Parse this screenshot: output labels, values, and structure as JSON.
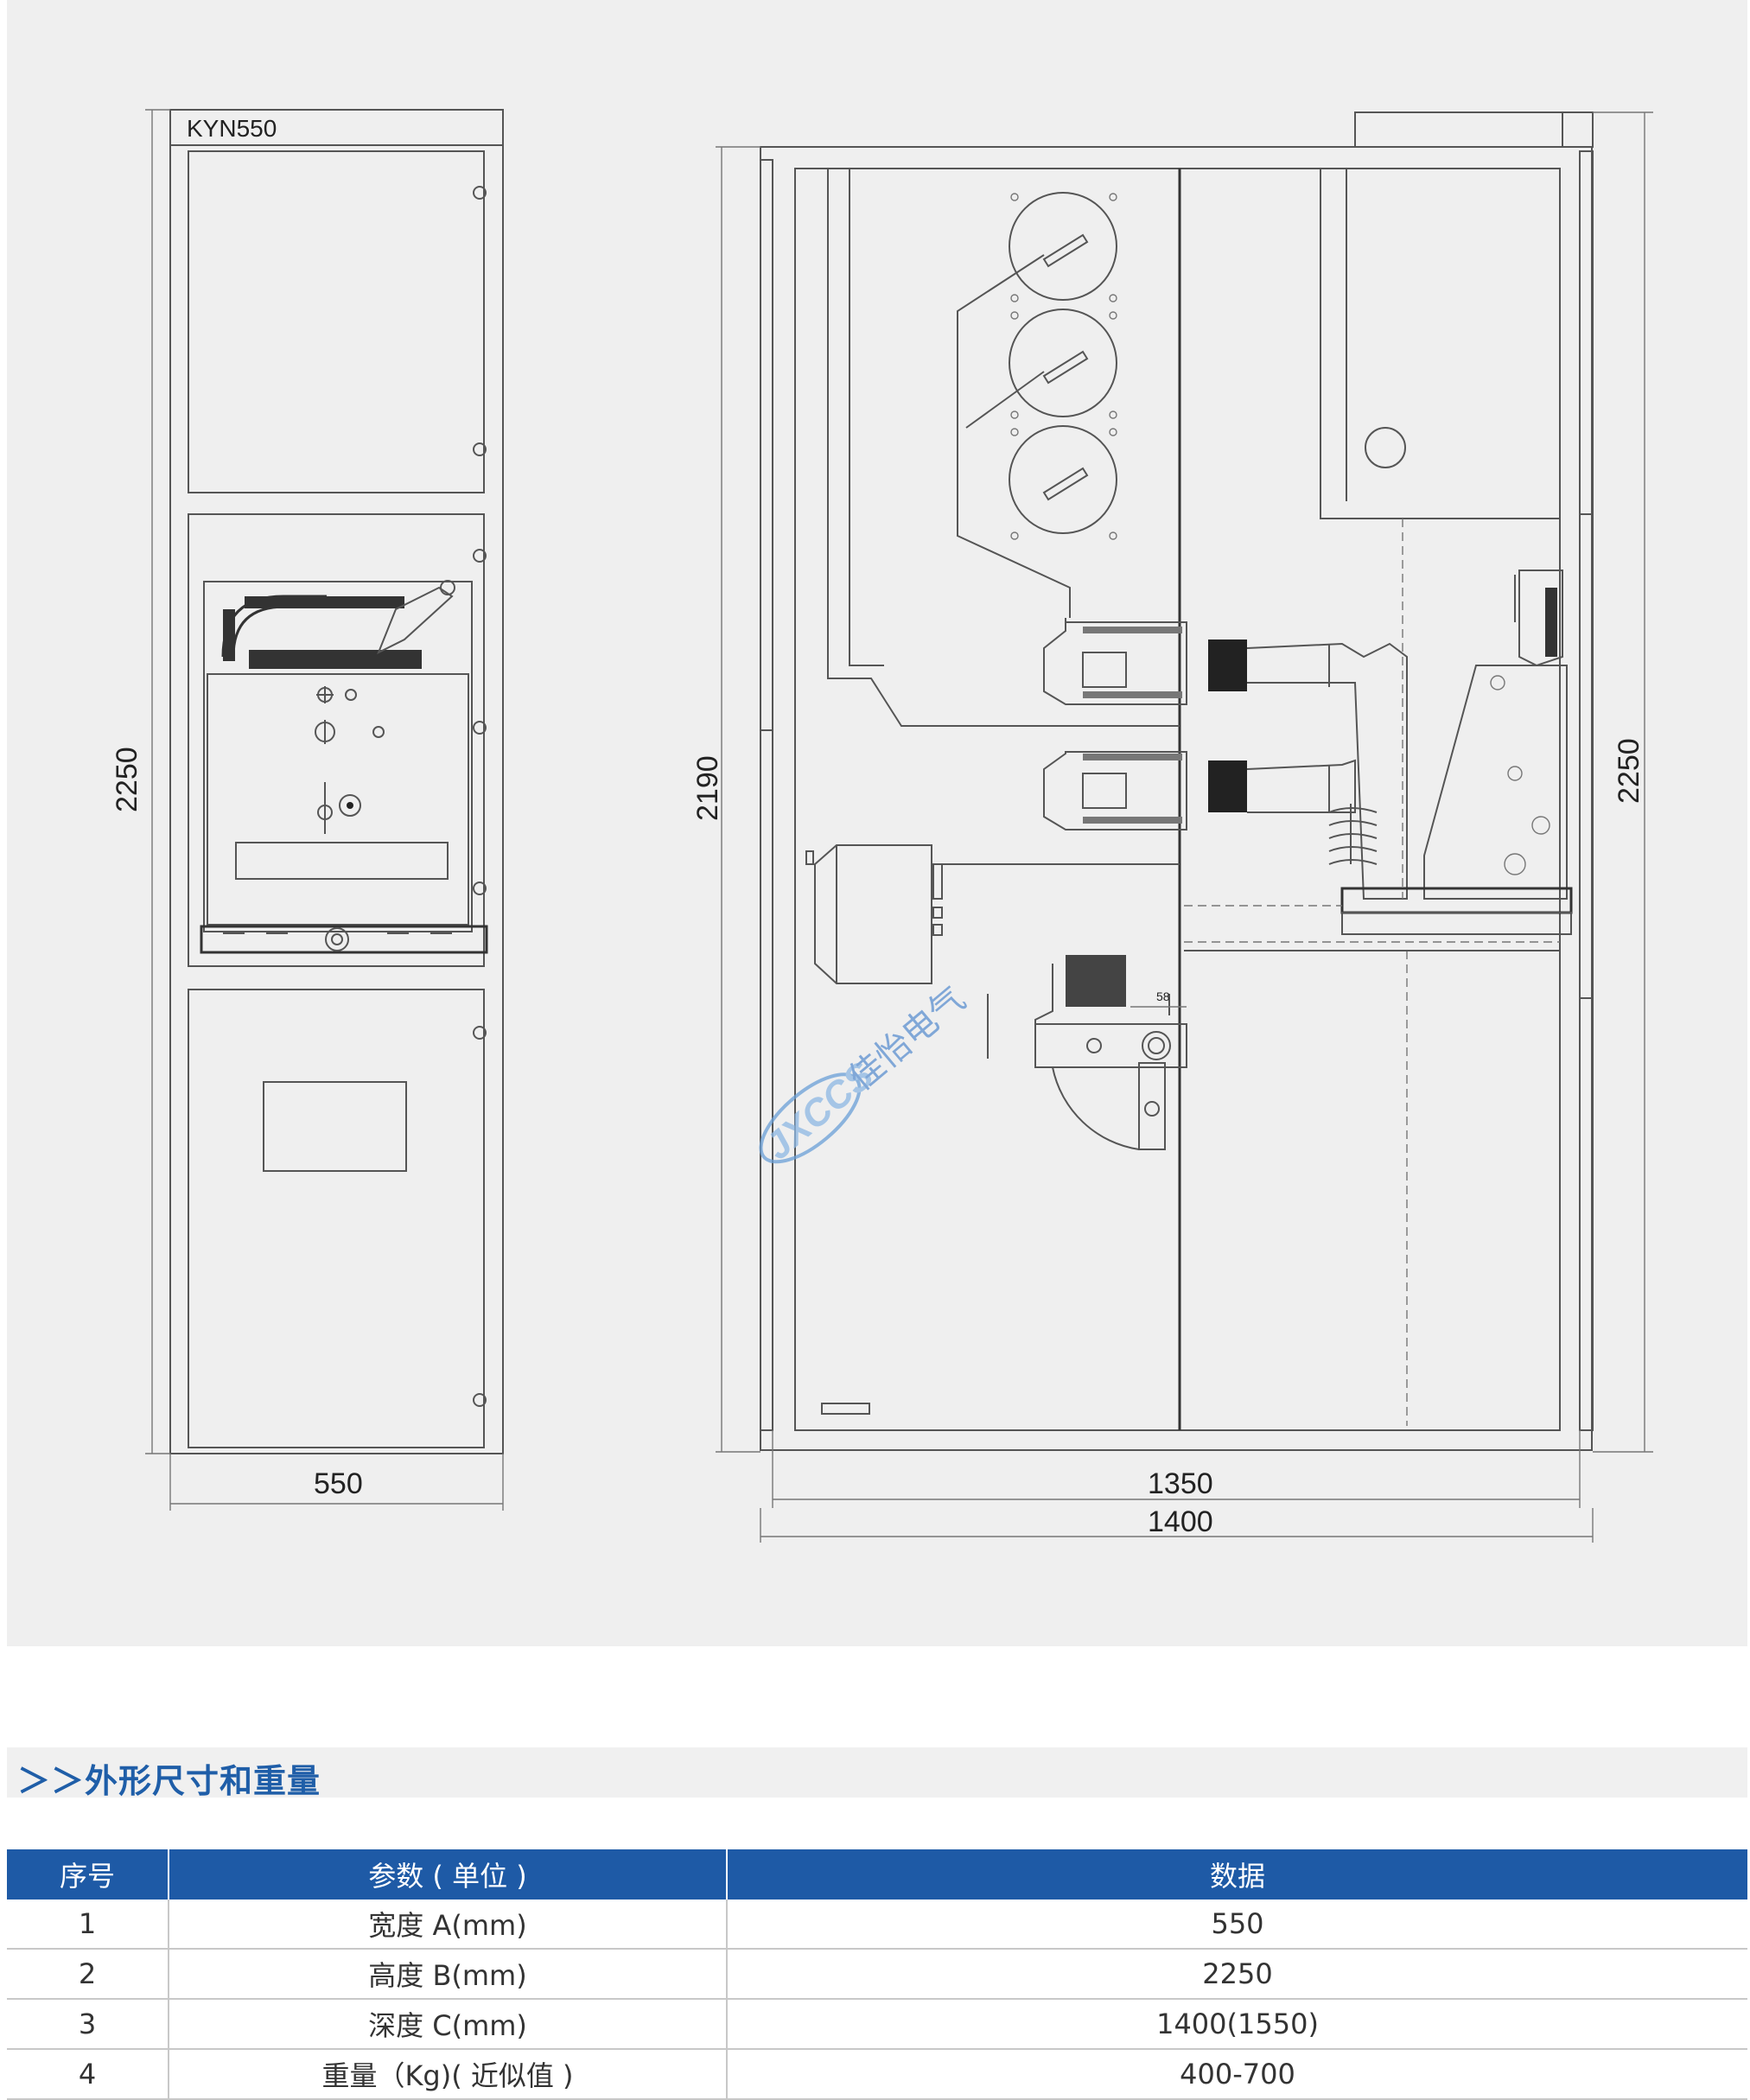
{
  "drawing": {
    "model_label": "KYN550",
    "front_view": {
      "width_dim": "550",
      "height_dim": "2250"
    },
    "side_view": {
      "height_dim_left": "2190",
      "height_dim_right": "2250",
      "depth_dim_inner": "1350",
      "depth_dim_outer": "1400",
      "small_dim": "58"
    },
    "watermark": {
      "logo_text": "JXCCS",
      "brand_text": "佳怡电气"
    }
  },
  "section": {
    "title": "＞＞外形尺寸和重量"
  },
  "table": {
    "headers": [
      "序号",
      "参数 ( 单位 )",
      "数据"
    ],
    "rows": [
      [
        "1",
        "宽度 A(mm)",
        "550"
      ],
      [
        "2",
        "高度 B(mm)",
        "2250"
      ],
      [
        "3",
        "深度 C(mm)",
        "1400(1550)"
      ],
      [
        "4",
        "重量（Kg)( 近似值 )",
        "400-700"
      ]
    ]
  },
  "colors": {
    "header_blue": "#1e5aa6",
    "title_blue": "#1f5ea8",
    "panel_gray": "#efefef"
  }
}
